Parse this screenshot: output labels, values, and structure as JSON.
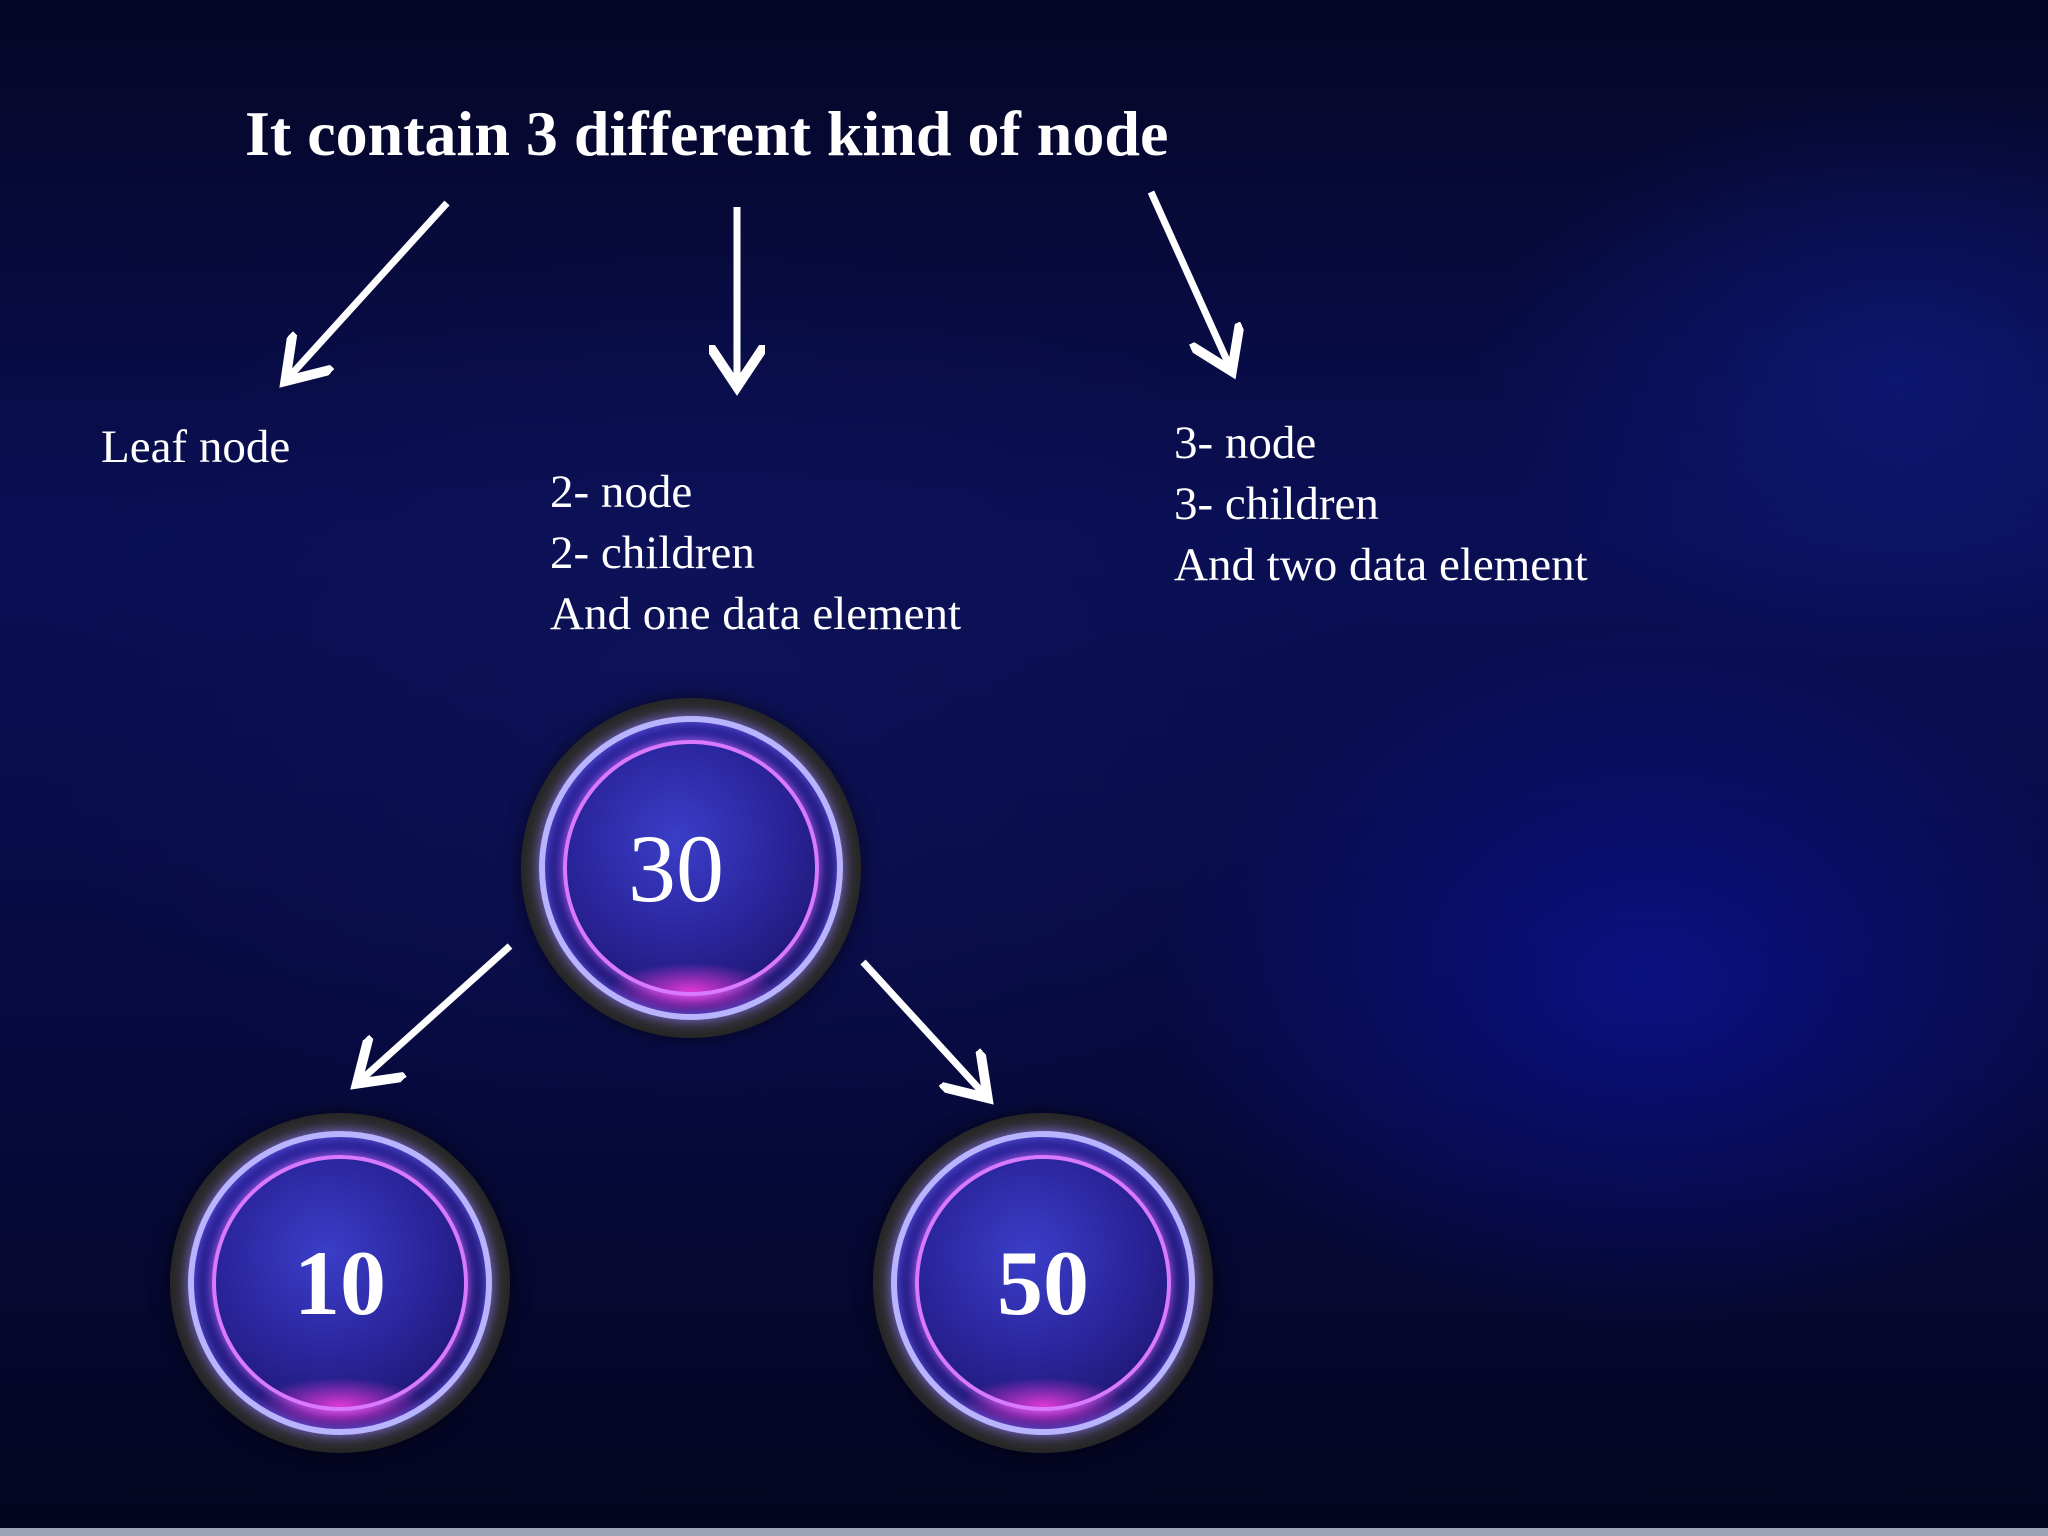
{
  "title": "It contain 3 different kind of node",
  "leaf_label": "Leaf node",
  "two_node": {
    "lines": [
      "2- node",
      "2- children",
      "And one data element"
    ]
  },
  "three_node": {
    "lines": [
      "3- node",
      "3- children",
      "And two data element"
    ]
  },
  "tree": {
    "root": "30",
    "left_child": "10",
    "right_child": "50"
  },
  "colors": {
    "arrow": "#ffffff",
    "text": "#ffffff",
    "node_outer_ring": "#b9b4ff",
    "node_inner_ring": "#d879ff"
  }
}
